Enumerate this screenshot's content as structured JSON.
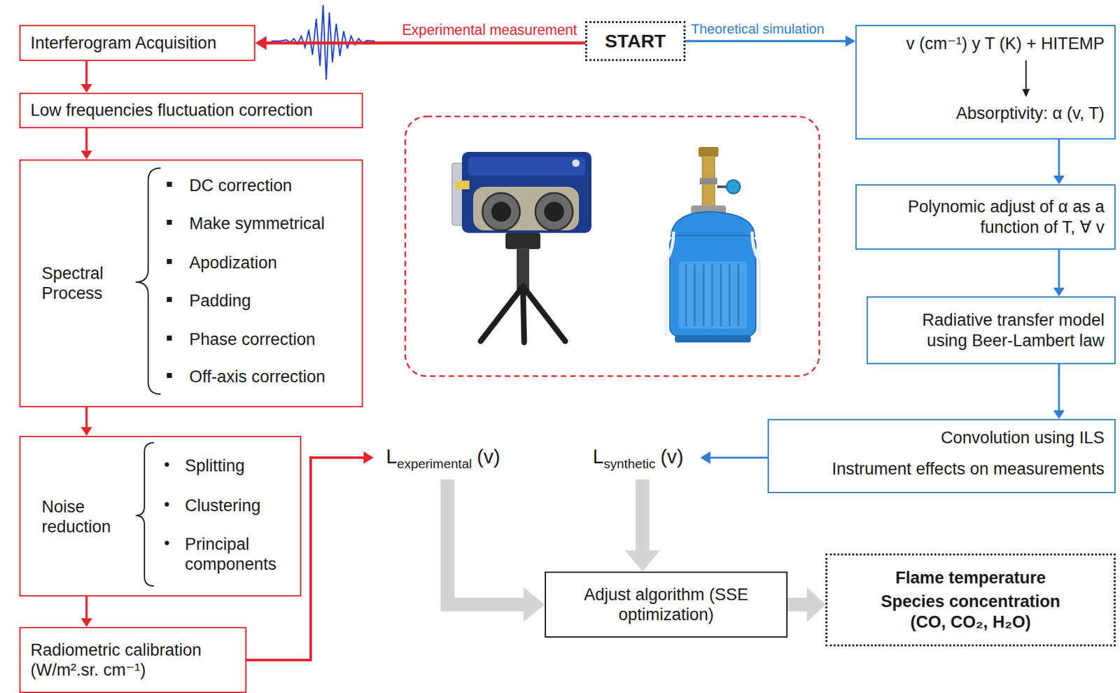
{
  "diagram": {
    "nodes": [
      {
        "text": [
          "Interferogram Acquisition"
        ]
      },
      {
        "text": [
          "START"
        ]
      },
      {
        "text": [
          "v (cm⁻¹) y T (K) + HITEMP",
          "Absorptivity: α (v, T)"
        ]
      },
      {
        "text": [
          "Low frequencies fluctuation correction"
        ]
      },
      {
        "text": [
          "Spectral Process",
          "DC correction",
          "Make symmetrical",
          "Apodization",
          "Padding",
          "Phase correction",
          "Off-axis correction"
        ]
      },
      {
        "text": [
          "Polynomic adjust of α as a function of T, ∀ v"
        ]
      },
      {
        "text": [
          "Radiative transfer model using Beer-Lambert law"
        ]
      },
      {
        "text": [
          "Convolution using ILS",
          "Instrument effects on measurements"
        ]
      },
      {
        "text": [
          "Noise reduction",
          "Splitting",
          "Clustering",
          "Principal components"
        ]
      },
      {
        "text": [
          "Radiometric calibration (W/m².sr. cm⁻¹)"
        ]
      },
      {
        "text": [
          "L",
          "experimental",
          "(v)"
        ]
      },
      {
        "text": [
          "L",
          "synthetic",
          "(v)"
        ]
      },
      {
        "text": [
          "Adjust algorithm (SSE optimization)"
        ]
      },
      {
        "text": [
          "Flame temperature",
          "Species concentration (CO, CO₂, H₂O)"
        ]
      }
    ],
    "edges": [
      {
        "from": 1,
        "to": 0,
        "arrow": "to",
        "label": "Experimental measurement"
      },
      {
        "from": 1,
        "to": 2,
        "arrow": "to",
        "label": "Theoretical simulation"
      },
      {
        "from": 0,
        "to": 3,
        "arrow": "to"
      },
      {
        "from": 3,
        "to": 4,
        "arrow": "to"
      },
      {
        "from": 4,
        "to": 8,
        "arrow": "to"
      },
      {
        "from": 8,
        "to": 9,
        "arrow": "to"
      },
      {
        "from": 9,
        "to": 10,
        "arrow": "to"
      },
      {
        "from": 2,
        "to": 5,
        "arrow": "to"
      },
      {
        "from": 5,
        "to": 6,
        "arrow": "to"
      },
      {
        "from": 6,
        "to": 7,
        "arrow": "to"
      },
      {
        "from": 7,
        "to": 11,
        "arrow": "to"
      },
      {
        "from": 10,
        "to": 12,
        "arrow": "to"
      },
      {
        "from": 11,
        "to": 12,
        "arrow": "to"
      },
      {
        "from": 12,
        "to": 13,
        "arrow": "to"
      }
    ]
  }
}
